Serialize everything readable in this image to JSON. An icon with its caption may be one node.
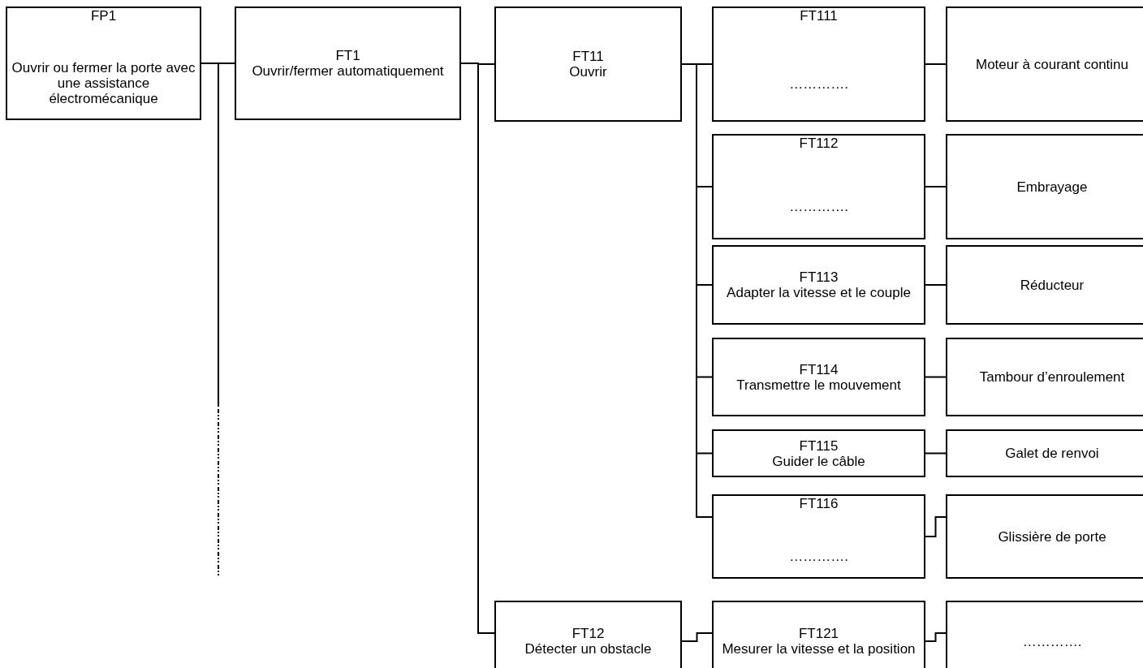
{
  "diagram": {
    "nodes": [
      {
        "text": [
          "FP1",
          "Ouvrir ou fermer la porte avec une assistance électromécanique"
        ]
      },
      {
        "text": [
          "FT1",
          "Ouvrir/fermer automatiquement"
        ]
      },
      {
        "text": [
          "FT11",
          "Ouvrir"
        ]
      },
      {
        "text": [
          "FT111",
          "…………."
        ]
      },
      {
        "text": [
          "Moteur à courant continu"
        ]
      },
      {
        "text": [
          "FT112",
          "…………."
        ]
      },
      {
        "text": [
          "Embrayage"
        ]
      },
      {
        "text": [
          "FT113",
          "Adapter la vitesse et le couple"
        ]
      },
      {
        "text": [
          "Réducteur"
        ]
      },
      {
        "text": [
          "FT114",
          "Transmettre le mouvement"
        ]
      },
      {
        "text": [
          "Tambour d’enroulement"
        ]
      },
      {
        "text": [
          "FT115",
          "Guider le câble"
        ]
      },
      {
        "text": [
          "Galet de renvoi"
        ]
      },
      {
        "text": [
          "FT116",
          "…………."
        ]
      },
      {
        "text": [
          "Glissière de porte"
        ]
      },
      {
        "text": [
          "FT12",
          "Détecter un obstacle"
        ]
      },
      {
        "text": [
          "FT121",
          "Mesurer la vitesse et la position"
        ]
      },
      {
        "text": [
          "…………."
        ]
      }
    ],
    "edges": [
      {
        "from": 0,
        "to": 1,
        "arrow": "none"
      },
      {
        "from": 0,
        "to": null,
        "arrow": "none",
        "style": "dashed"
      },
      {
        "from": 1,
        "to": 2,
        "arrow": "none"
      },
      {
        "from": 1,
        "to": 15,
        "arrow": "none"
      },
      {
        "from": 2,
        "to": 3,
        "arrow": "none"
      },
      {
        "from": 2,
        "to": 5,
        "arrow": "none"
      },
      {
        "from": 2,
        "to": 7,
        "arrow": "none"
      },
      {
        "from": 2,
        "to": 9,
        "arrow": "none"
      },
      {
        "from": 2,
        "to": 11,
        "arrow": "none"
      },
      {
        "from": 2,
        "to": 13,
        "arrow": "none"
      },
      {
        "from": 3,
        "to": 4,
        "arrow": "none"
      },
      {
        "from": 5,
        "to": 6,
        "arrow": "none"
      },
      {
        "from": 7,
        "to": 8,
        "arrow": "none"
      },
      {
        "from": 9,
        "to": 10,
        "arrow": "none"
      },
      {
        "from": 11,
        "to": 12,
        "arrow": "none"
      },
      {
        "from": 13,
        "to": 14,
        "arrow": "none"
      },
      {
        "from": 15,
        "to": 16,
        "arrow": "none"
      },
      {
        "from": 16,
        "to": 17,
        "arrow": "none"
      }
    ]
  }
}
